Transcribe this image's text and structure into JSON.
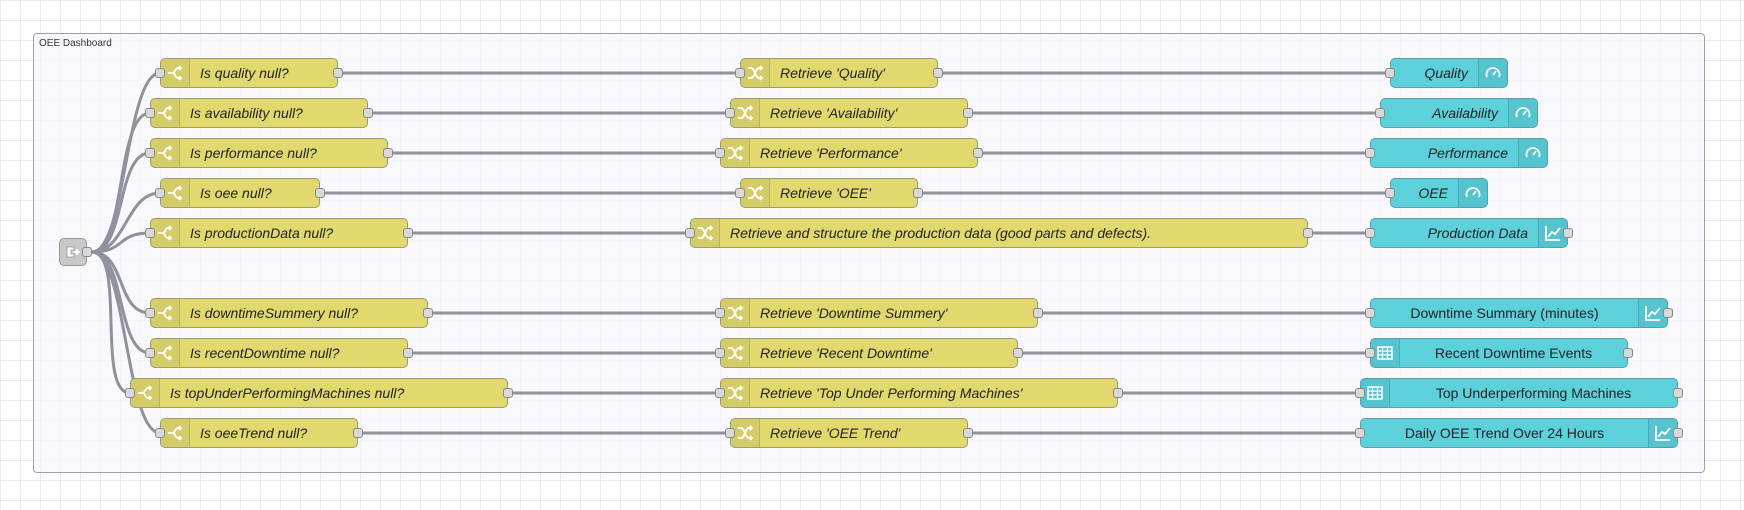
{
  "group": {
    "label": "OEE Dashboard"
  },
  "switches": [
    {
      "label": "Is quality null?"
    },
    {
      "label": "Is availability null?"
    },
    {
      "label": "Is performance null?"
    },
    {
      "label": "Is oee null?"
    },
    {
      "label": "Is productionData null?"
    },
    {
      "label": "Is downtimeSummery null?"
    },
    {
      "label": "Is recentDowntime null?"
    },
    {
      "label": "Is topUnderPerformingMachines null?"
    },
    {
      "label": "Is oeeTrend null?"
    }
  ],
  "changes": [
    {
      "label": "Retrieve 'Quality'"
    },
    {
      "label": "Retrieve 'Availability'"
    },
    {
      "label": "Retrieve 'Performance'"
    },
    {
      "label": "Retrieve 'OEE'"
    },
    {
      "label": "Retrieve and structure the production data (good parts and defects)."
    },
    {
      "label": "Retrieve 'Downtime Summery'"
    },
    {
      "label": "Retrieve 'Recent Downtime'"
    },
    {
      "label": "Retrieve 'Top Under Performing Machines'"
    },
    {
      "label": "Retrieve 'OEE Trend'"
    }
  ],
  "outputs": [
    {
      "label": "Quality",
      "icon": "gauge-icon"
    },
    {
      "label": "Availability",
      "icon": "gauge-icon"
    },
    {
      "label": "Performance",
      "icon": "gauge-icon"
    },
    {
      "label": "OEE",
      "icon": "gauge-icon"
    },
    {
      "label": "Production Data",
      "icon": "chart-icon"
    },
    {
      "label": "Downtime Summary (minutes)",
      "icon": "chart-icon"
    },
    {
      "label": "Recent Downtime Events",
      "icon": "table-icon"
    },
    {
      "label": "Top Underperforming Machines",
      "icon": "table-icon"
    },
    {
      "label": "Daily OEE Trend Over 24 Hours",
      "icon": "chart-icon"
    }
  ],
  "colors": {
    "function_node": "#e2d96e",
    "dashboard_node": "#5cd1dc",
    "wire": "#8f929c"
  }
}
